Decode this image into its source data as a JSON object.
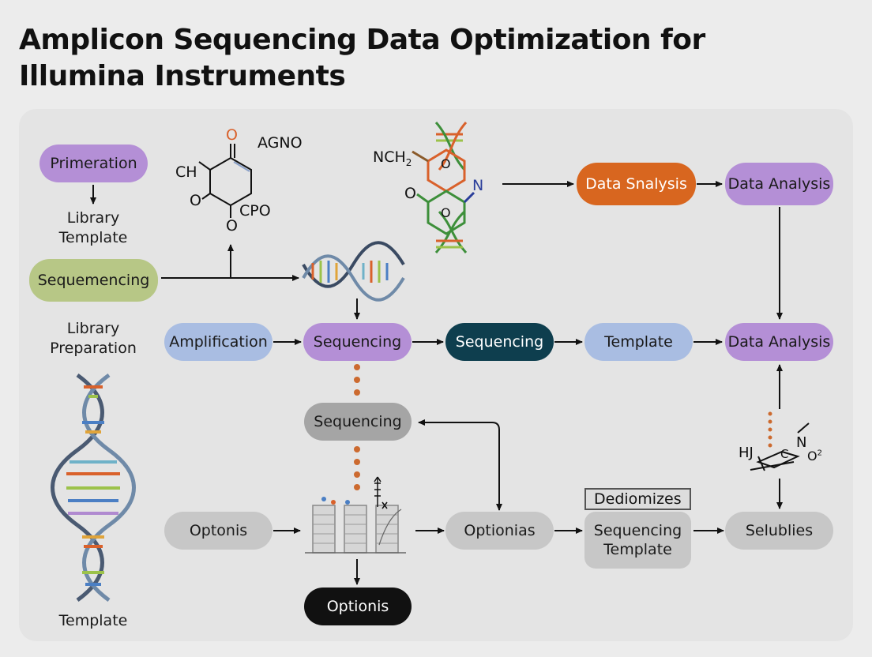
{
  "title": "Amplicon Sequencing Data Optimization for Illumina Instruments",
  "colors": {
    "purple": "#b48fd6",
    "green": "#b7c786",
    "blue": "#a9bde2",
    "orange": "#d8661f",
    "teal": "#0e3e4e",
    "gray": "#c7c7c7",
    "darkgray": "#a5a5a5",
    "black": "#111111",
    "dot": "#cc6a2f"
  },
  "nodes": {
    "primeration": "Primeration",
    "library_template": "Library\nTemplate",
    "sequemencing": "Sequemencing",
    "library_preparation": "Library\nPreparation",
    "template_bottom": "Template",
    "amplification": "Amplification",
    "sequencing_purple": "Sequencing",
    "sequencing_teal": "Sequencing",
    "template_mid": "Template",
    "data_analysis_mid": "Data Analysis",
    "data_snalysis": "Data Snalysis",
    "data_analysis_top": "Data Analysis",
    "sequencing_gray": "Sequencing",
    "optonis": "Optonis",
    "optionias": "Optionias",
    "dediomizes": "Dediomizes",
    "sequencing_template": "Sequencing\nTemplate",
    "selublies": "Selublies",
    "optionis": "Optionis"
  },
  "chem_labels": {
    "o_top": "O",
    "agno": "AGNO",
    "ch": "CH",
    "o_left": "O",
    "cpo": "CPO",
    "o_bottom": "O",
    "nch2": "NCH",
    "nch2_sub": "2",
    "o_ring_top": "O",
    "o_ring_left": "O",
    "n_ring": "N",
    "o_ring_bottom": "O",
    "hj": "HJ",
    "c_small": "C",
    "n_small": "N",
    "o2_small": "O",
    "o2_sup": "2"
  }
}
